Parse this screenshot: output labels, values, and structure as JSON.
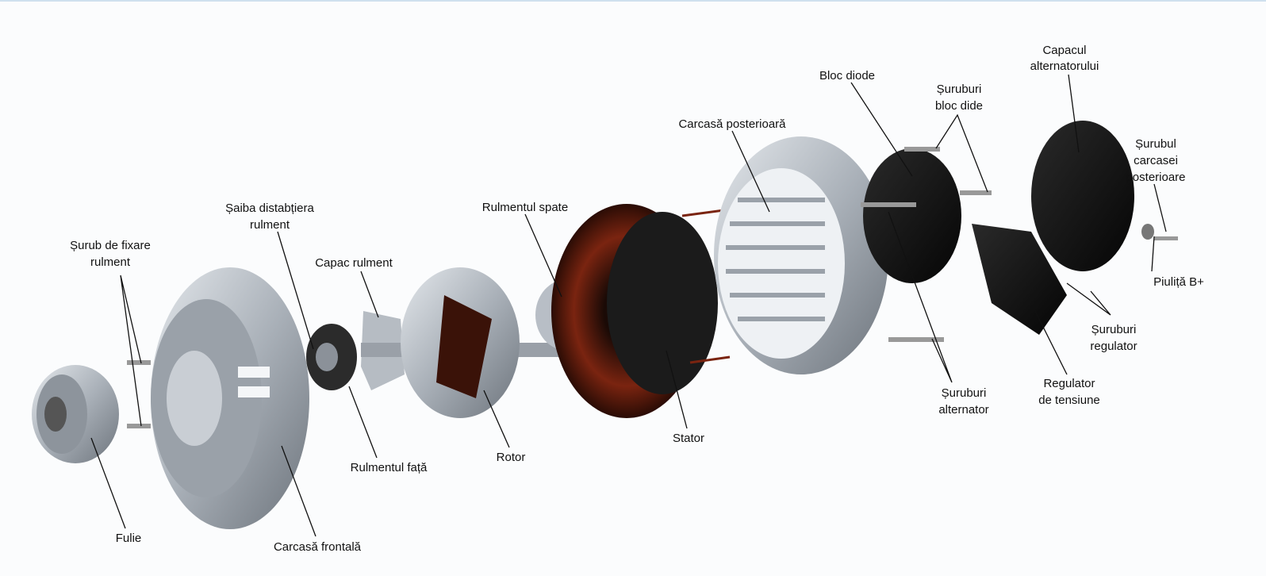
{
  "title": "Alternator exploded view",
  "labels": {
    "surub_fixare": [
      "Șurub de fixare",
      "rulment"
    ],
    "saiba": [
      "Șaiba distabțiera",
      "rulment"
    ],
    "capac_rulment": "Capac rulment",
    "rulment_spate": "Rulmentul spate",
    "carcasa_posterioara": "Carcasă posterioară",
    "bloc_diode": "Bloc diode",
    "suruburi_bloc": [
      "Șuruburi",
      "bloc dide"
    ],
    "capacul": [
      "Capacul",
      "alternatorului"
    ],
    "surubul_carcasei": [
      "Șurubul",
      "carcasei",
      "posterioare"
    ],
    "piulita": "Piuliță B+",
    "suruburi_regulator": [
      "Șuruburi",
      "regulator"
    ],
    "regulator": [
      "Regulator",
      "de tensiune"
    ],
    "suruburi_alternator": [
      "Șuruburi",
      "alternator"
    ],
    "stator": "Stator",
    "rotor": "Rotor",
    "rulment_fata": "Rulmentul față",
    "fulie": "Fulie",
    "carcasa_frontala": "Carcasă frontală"
  },
  "colors": {
    "metal": "#b8bec6",
    "copper": "#8a2a10",
    "black": "#141414"
  }
}
